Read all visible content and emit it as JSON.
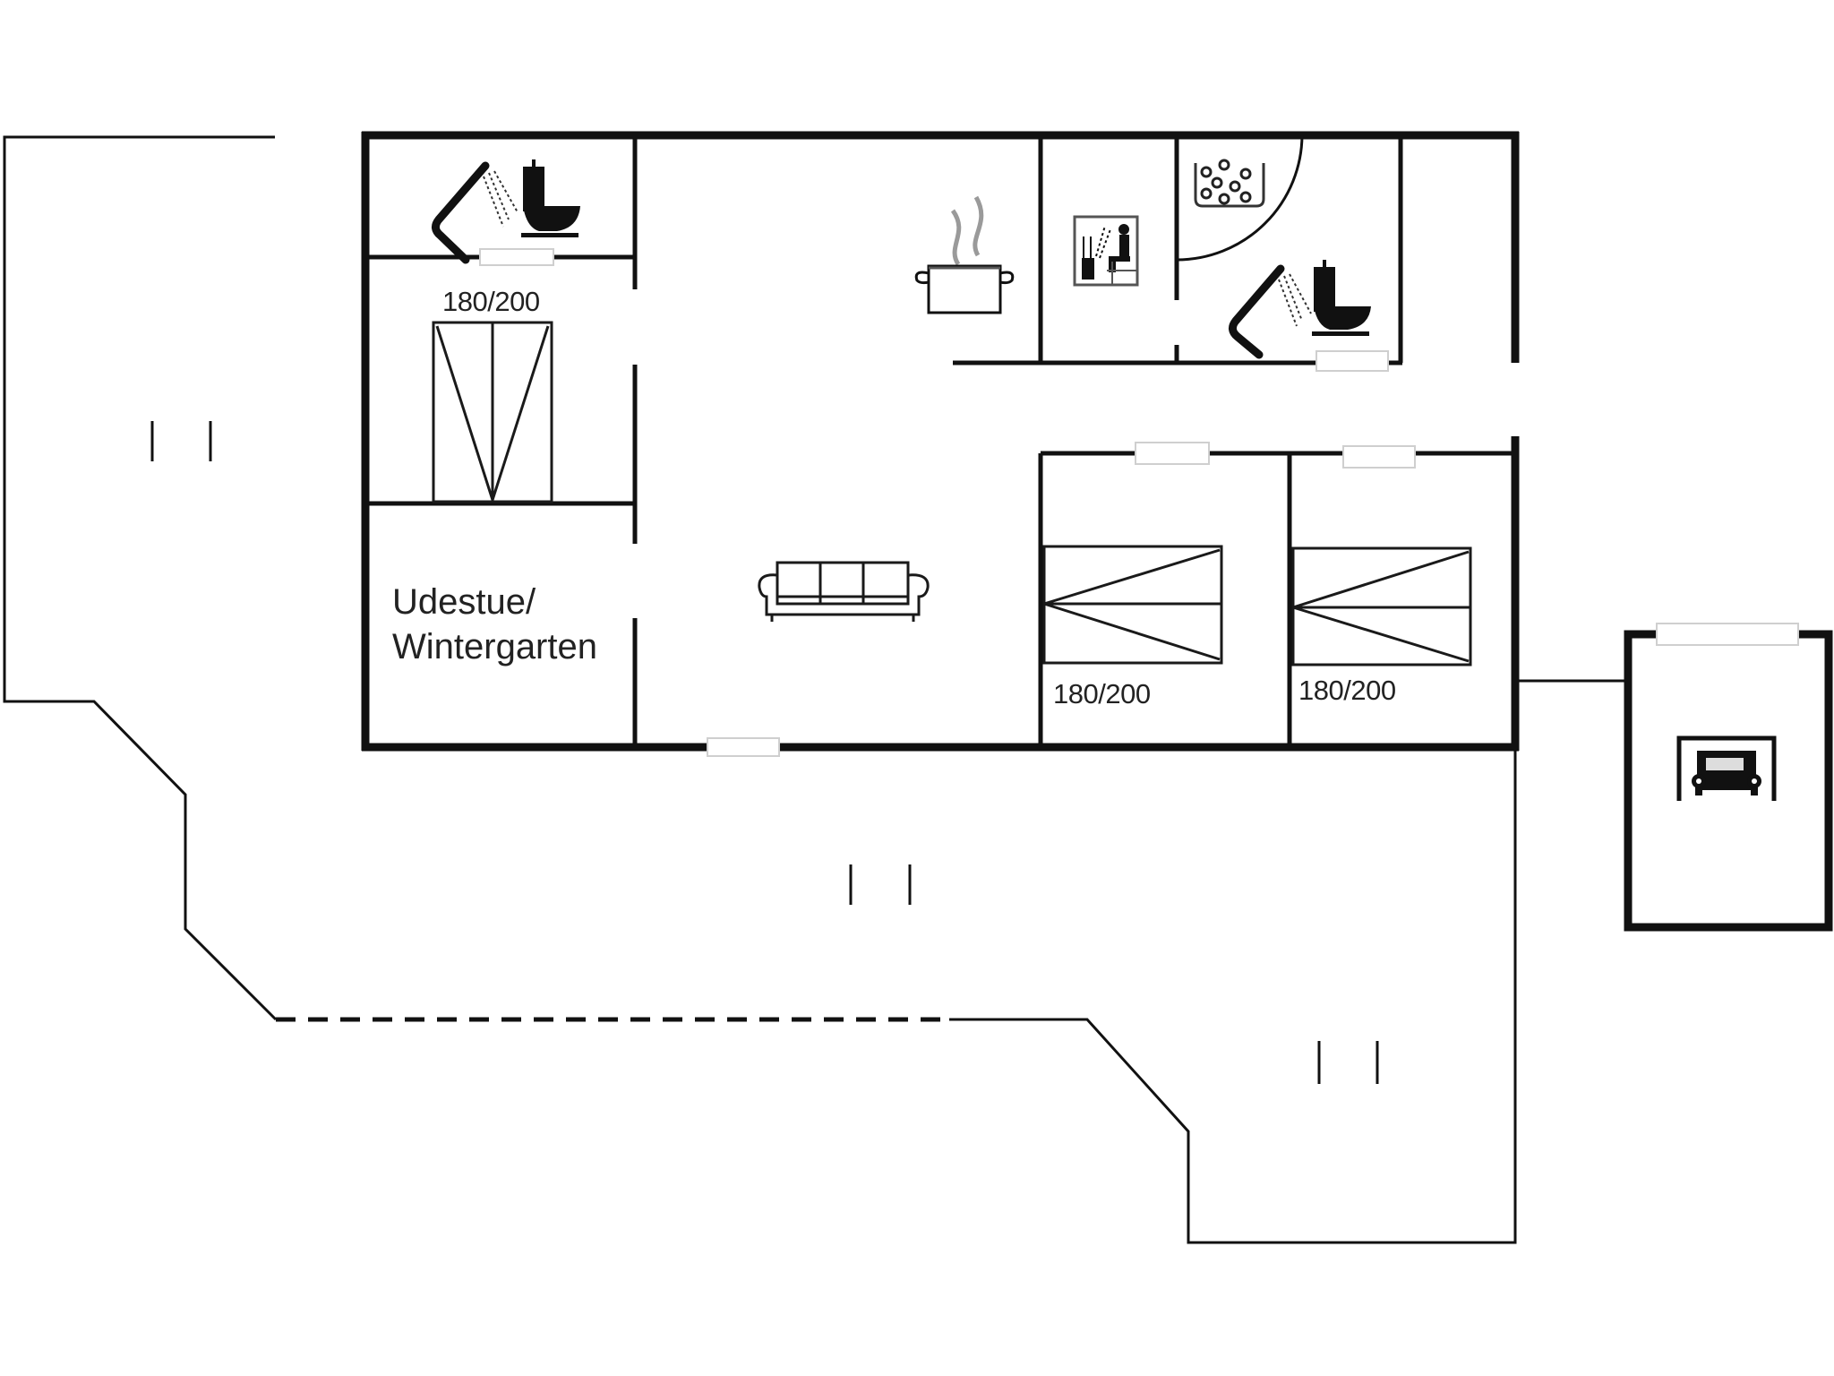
{
  "plan": {
    "colors": {
      "wall": "#111111",
      "window": "#cfcfcf",
      "steam": "#9a9a9a",
      "background": "#ffffff"
    },
    "rooms": [
      {
        "id": "bathroom-1",
        "icons": [
          "shower-icon",
          "toilet-icon"
        ]
      },
      {
        "id": "bedroom-1",
        "bed_size": "180/200"
      },
      {
        "id": "sunroom",
        "label_line1": "Udestue/",
        "label_line2": "Wintergarten"
      },
      {
        "id": "living-kitchen",
        "icons": [
          "cooking-pot-icon",
          "sofa-icon"
        ]
      },
      {
        "id": "sauna",
        "icons": [
          "sauna-icon"
        ]
      },
      {
        "id": "bathroom-2",
        "icons": [
          "whirlpool-icon",
          "shower-icon",
          "toilet-icon"
        ]
      },
      {
        "id": "bedroom-2",
        "bed_size": "180/200"
      },
      {
        "id": "bedroom-3",
        "bed_size": "180/200"
      },
      {
        "id": "annex",
        "icons": [
          "carport-icon"
        ]
      }
    ],
    "terrace_markers": 3
  }
}
